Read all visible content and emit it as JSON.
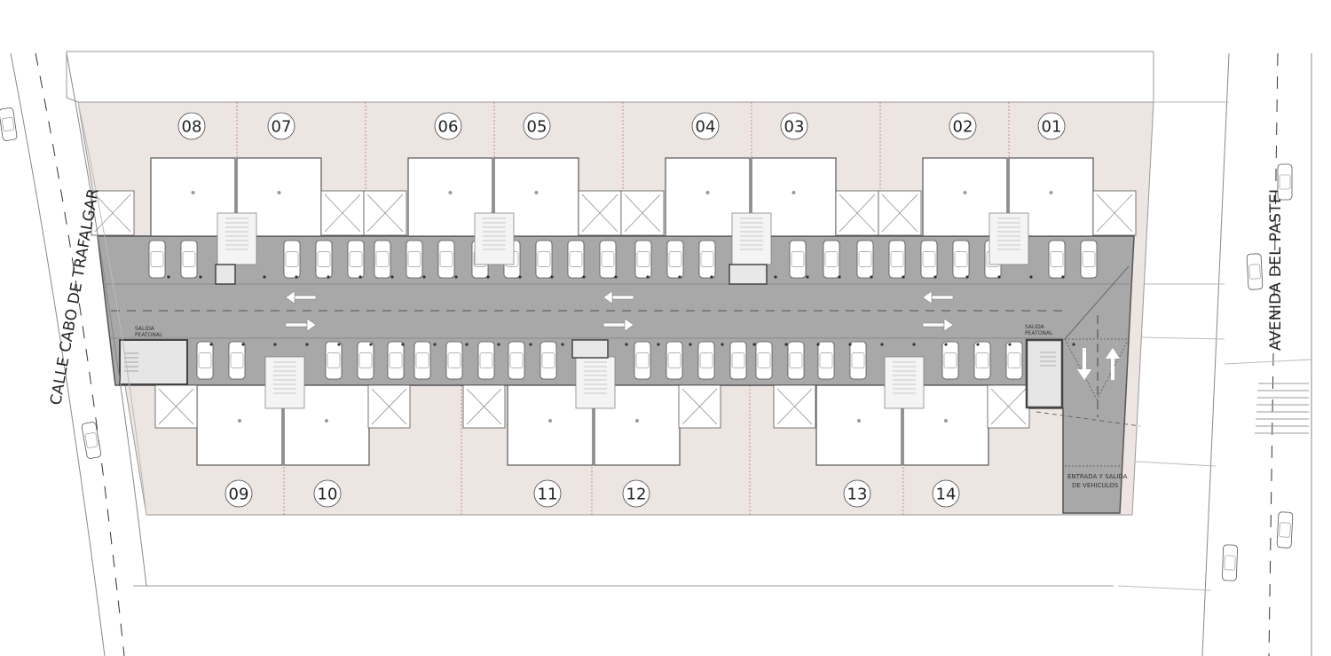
{
  "plan": {
    "streets": {
      "left": "CALLE CABO DE TRAFALGAR",
      "right": "AVENIDA DEL PASTEL"
    },
    "labels": {
      "pedestrian_exit_left_line1": "SALIDA",
      "pedestrian_exit_left_line2": "PEATONAL",
      "pedestrian_exit_right_line1": "SALIDA",
      "pedestrian_exit_right_line2": "PEATONAL",
      "vehicle_access_line1": "ENTRADA Y SALIDA",
      "vehicle_access_line2": "DE VEHICULOS"
    },
    "units_top": [
      "08",
      "07",
      "06",
      "05",
      "04",
      "03",
      "02",
      "01"
    ],
    "units_bottom": [
      "09",
      "10",
      "11",
      "12",
      "13",
      "14"
    ],
    "colors": {
      "lot": "#ede5e1",
      "parking": "#a8a8a8",
      "parking_dark": "#8f8f8f",
      "unit": "#ffffff",
      "line": "#555555"
    }
  }
}
